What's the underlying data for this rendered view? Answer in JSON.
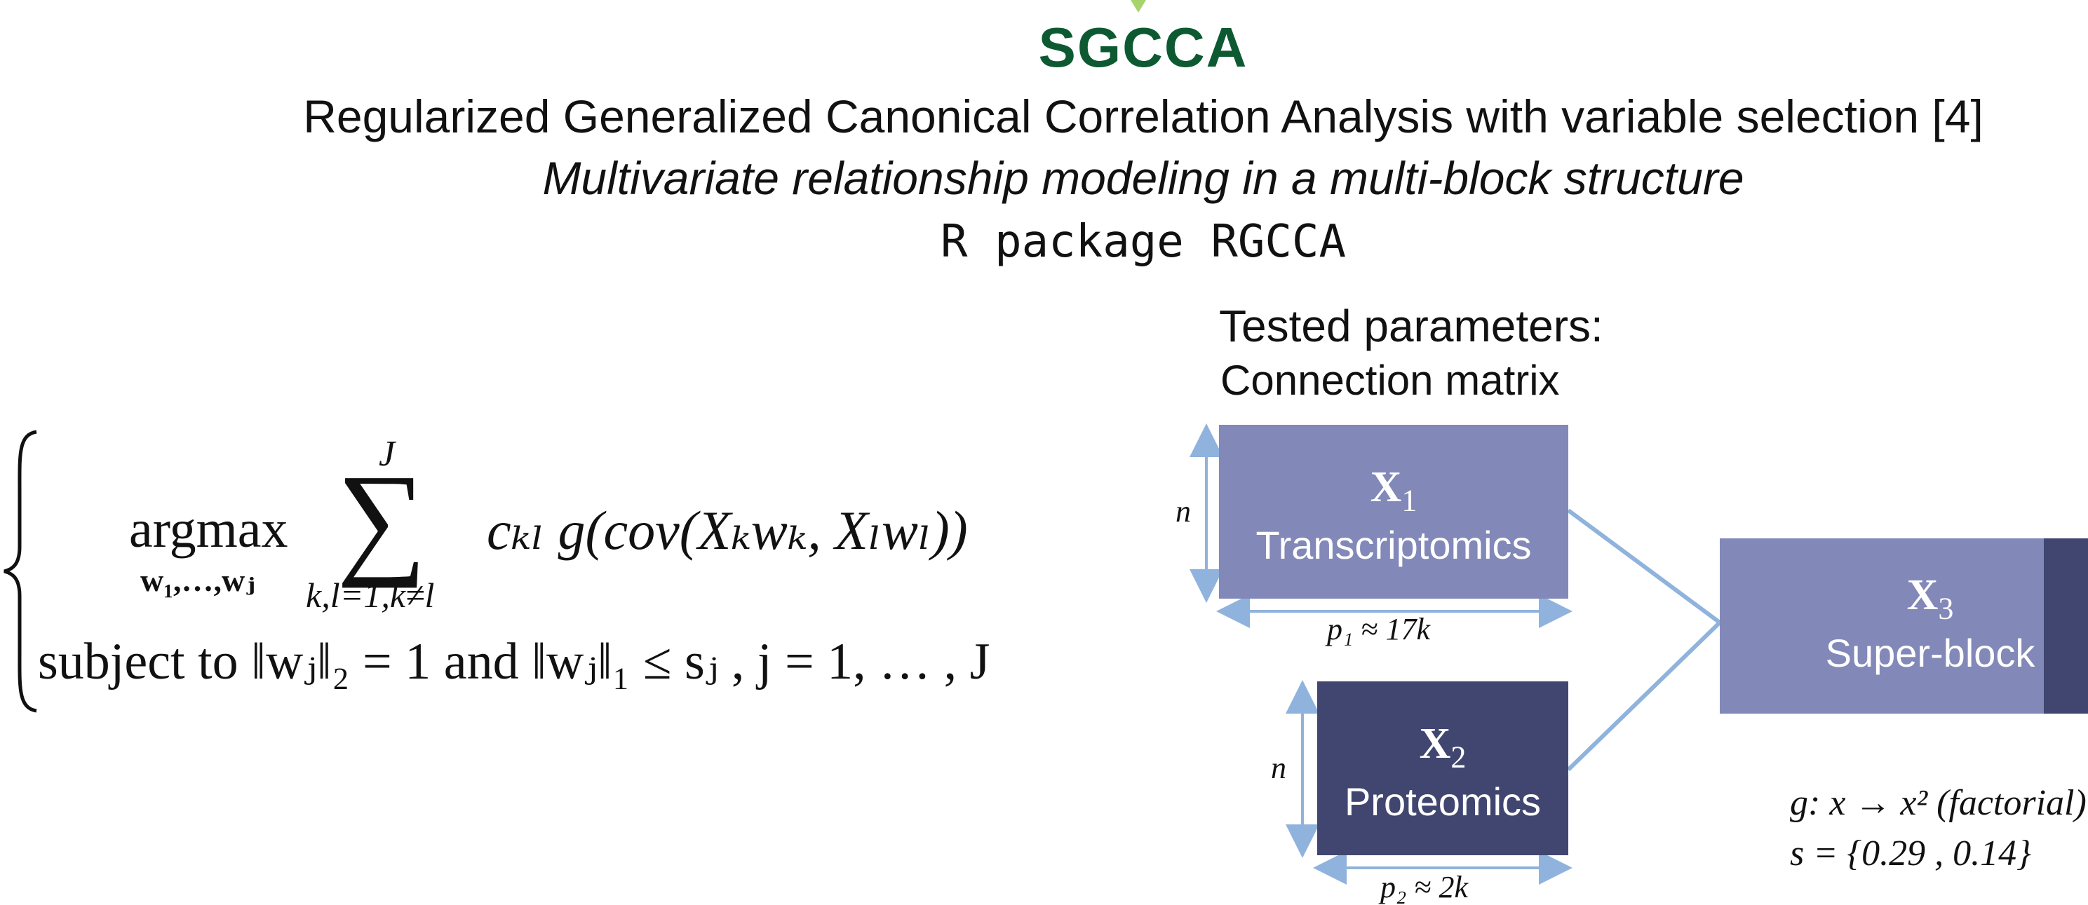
{
  "header": {
    "logo_text": "SGCCA",
    "title": "Regularized Generalized Canonical Correlation Analysis with variable selection [4]",
    "subtitle": "Multivariate relationship modeling in a multi-block structure",
    "package": "R package RGCCA"
  },
  "formula": {
    "argmax": "argmax",
    "argmax_sub": "w₁,…,wⱼ",
    "sum_upper": "J",
    "sum_lower": "k,l=1,k≠l",
    "objective": "cₖₗ g(cov(Xₖwₖ, Xₗwₗ))",
    "constraint": "subject to ‖wⱼ‖₂ = 1 and ‖wⱼ‖₁ ≤ sⱼ , j = 1, … , J"
  },
  "parameters": {
    "heading": "Tested parameters:",
    "subheading": "Connection matrix"
  },
  "blocks": [
    {
      "symbol": "X",
      "index": "1",
      "label": "Transcriptomics",
      "rows": "n",
      "cols": "p₁ ≈ 17k"
    },
    {
      "symbol": "X",
      "index": "2",
      "label": "Proteomics",
      "rows": "n",
      "cols": "p₂ ≈ 2k"
    },
    {
      "symbol": "X",
      "index": "3",
      "label": "Super-block"
    }
  ],
  "scheme": {
    "g_function": "g: x → x² (factorial)",
    "sparsity": "s = {0.29 , 0.14}"
  },
  "colors": {
    "logo": "#0d5a32",
    "logo_accent": "#a6d46a",
    "block1": "#8288b8",
    "block2": "#414670",
    "block3_light": "#8288b8",
    "block3_dark": "#414670",
    "connector": "#8fb3dd",
    "dim_arrow": "#8fb3dd"
  }
}
